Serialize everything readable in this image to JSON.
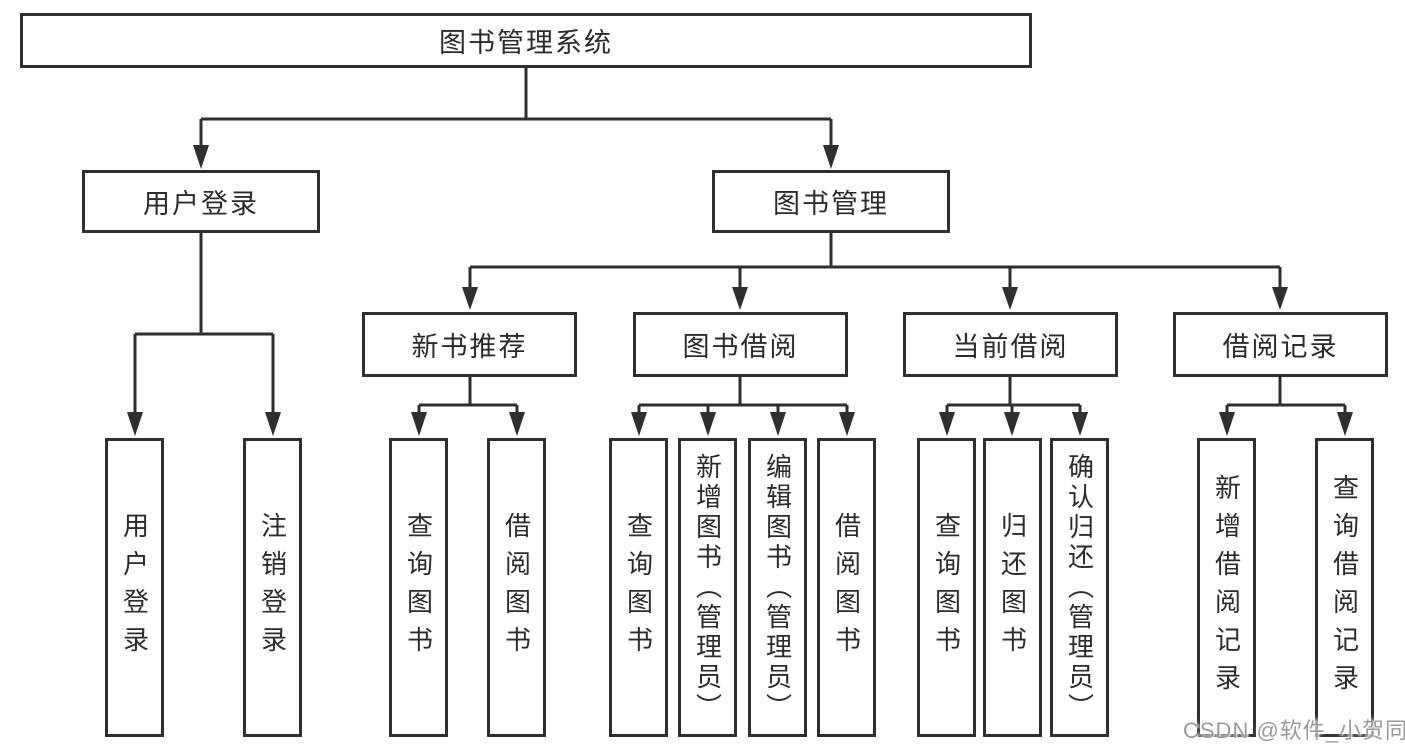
{
  "diagram_title": "图书管理系统",
  "colors": {
    "line": "#2f2f2f",
    "text": "#2b2b2b",
    "watermark_gray": "#9a9a9a",
    "background": "#ffffff"
  },
  "nodes": {
    "root": "图书管理系统",
    "level2": {
      "user_login": "用户登录",
      "book_management": "图书管理"
    },
    "level3": {
      "new_book_recommend": "新书推荐",
      "book_borrowing": "图书借阅",
      "current_borrowing": "当前借阅",
      "borrowing_records": "借阅记录"
    },
    "leaves": {
      "under_user_login": [
        "用户登录",
        "注销登录"
      ],
      "under_new_book_recommend": [
        "查询图书",
        "借阅图书"
      ],
      "under_book_borrowing": [
        "查询图书",
        "新增图书（管理员）",
        "编辑图书（管理员）",
        "借阅图书"
      ],
      "under_current_borrowing": [
        "查询图书",
        "归还图书",
        "确认归还（管理员）"
      ],
      "under_borrowing_records": [
        "新增借阅记录",
        "查询借阅记录"
      ]
    }
  },
  "watermark": "CSDN @软件_小贺同学"
}
